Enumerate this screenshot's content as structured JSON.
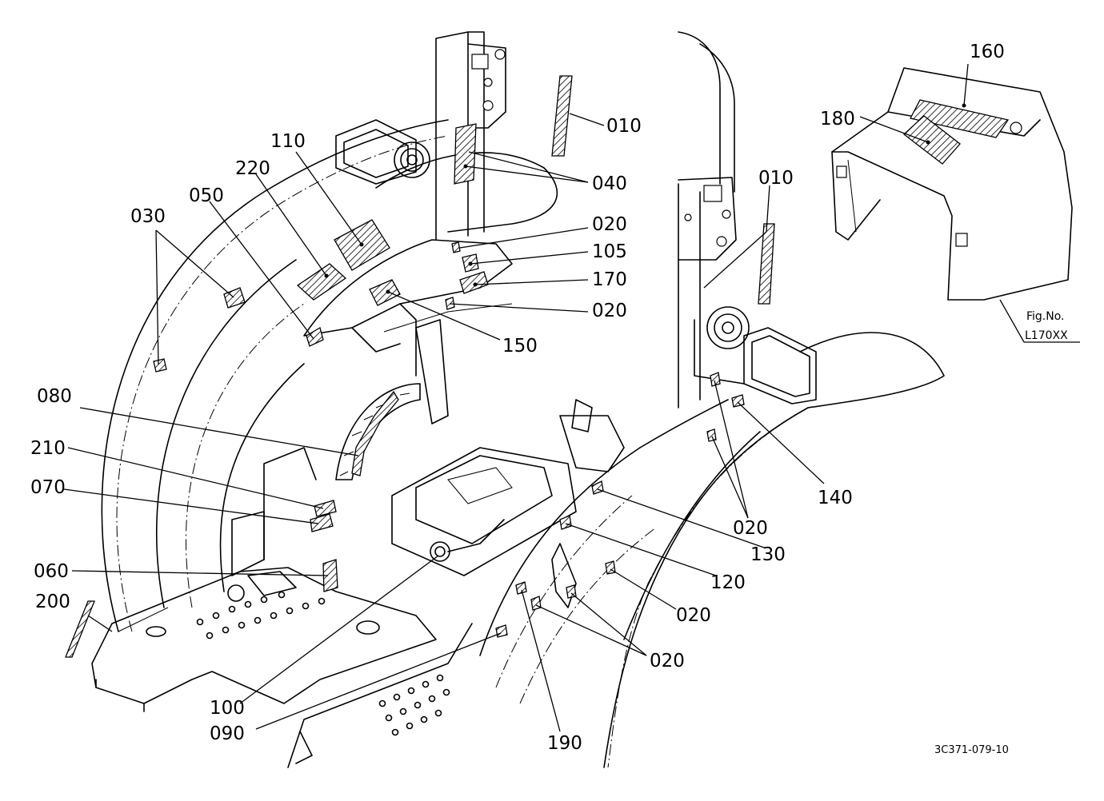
{
  "part_labels": {
    "p010a": "010",
    "p010b": "010",
    "p020a": "020",
    "p020b": "020",
    "p020c": "020",
    "p020d": "020",
    "p020e": "020",
    "p030": "030",
    "p040": "040",
    "p050": "050",
    "p060": "060",
    "p070": "070",
    "p080": "080",
    "p090": "090",
    "p100": "100",
    "p105": "105",
    "p110": "110",
    "p120": "120",
    "p130": "130",
    "p140": "140",
    "p150": "150",
    "p160": "160",
    "p170": "170",
    "p180": "180",
    "p190": "190",
    "p200": "200",
    "p210": "210",
    "p220": "220"
  },
  "fig_label": "Fig.No.",
  "fig_number": "L170XX",
  "drawing_code": "3C371-079-10"
}
